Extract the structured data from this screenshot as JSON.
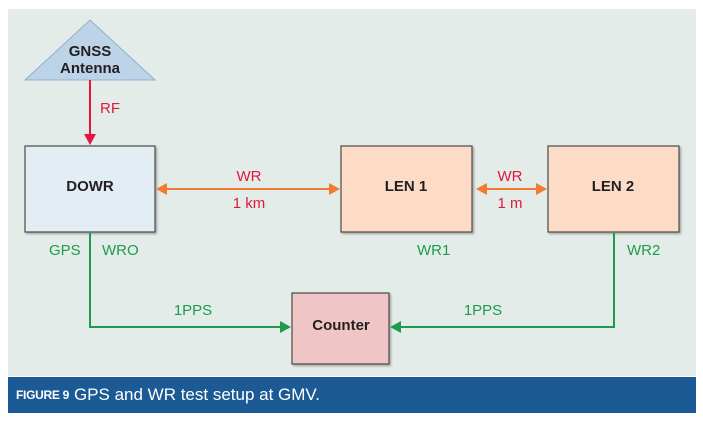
{
  "figure": {
    "number_label": "FIGURE 9",
    "caption": "GPS and WR test setup at GMV."
  },
  "nodes": {
    "antenna": {
      "line1": "GNSS",
      "line2": "Antenna"
    },
    "dowr": {
      "label": "DOWR"
    },
    "len1": {
      "label": "LEN 1"
    },
    "len2": {
      "label": "LEN 2"
    },
    "counter": {
      "label": "Counter"
    }
  },
  "links": {
    "rf": {
      "label": "RF"
    },
    "dowr_len1": {
      "label": "WR",
      "distance": "1 km"
    },
    "len1_len2": {
      "label": "WR",
      "distance": "1 m"
    },
    "gps_pps": {
      "label": "1PPS"
    },
    "wr2_pps": {
      "label": "1PPS"
    }
  },
  "ports": {
    "gps": "GPS",
    "wro": "WRO",
    "wr1": "WR1",
    "wr2": "WR2"
  },
  "colors": {
    "background": "#e3ece8",
    "caption_bar": "#1b5a94",
    "rf_arrow": "#e3173d",
    "wr_arrow": "#f07d32",
    "pps_arrow": "#1e9b4c",
    "dowr_fill": "#e2eef4",
    "len_fill": "#fcdcc6",
    "counter_fill": "#efc5c5",
    "antenna_fill": "#bcd3e8"
  }
}
